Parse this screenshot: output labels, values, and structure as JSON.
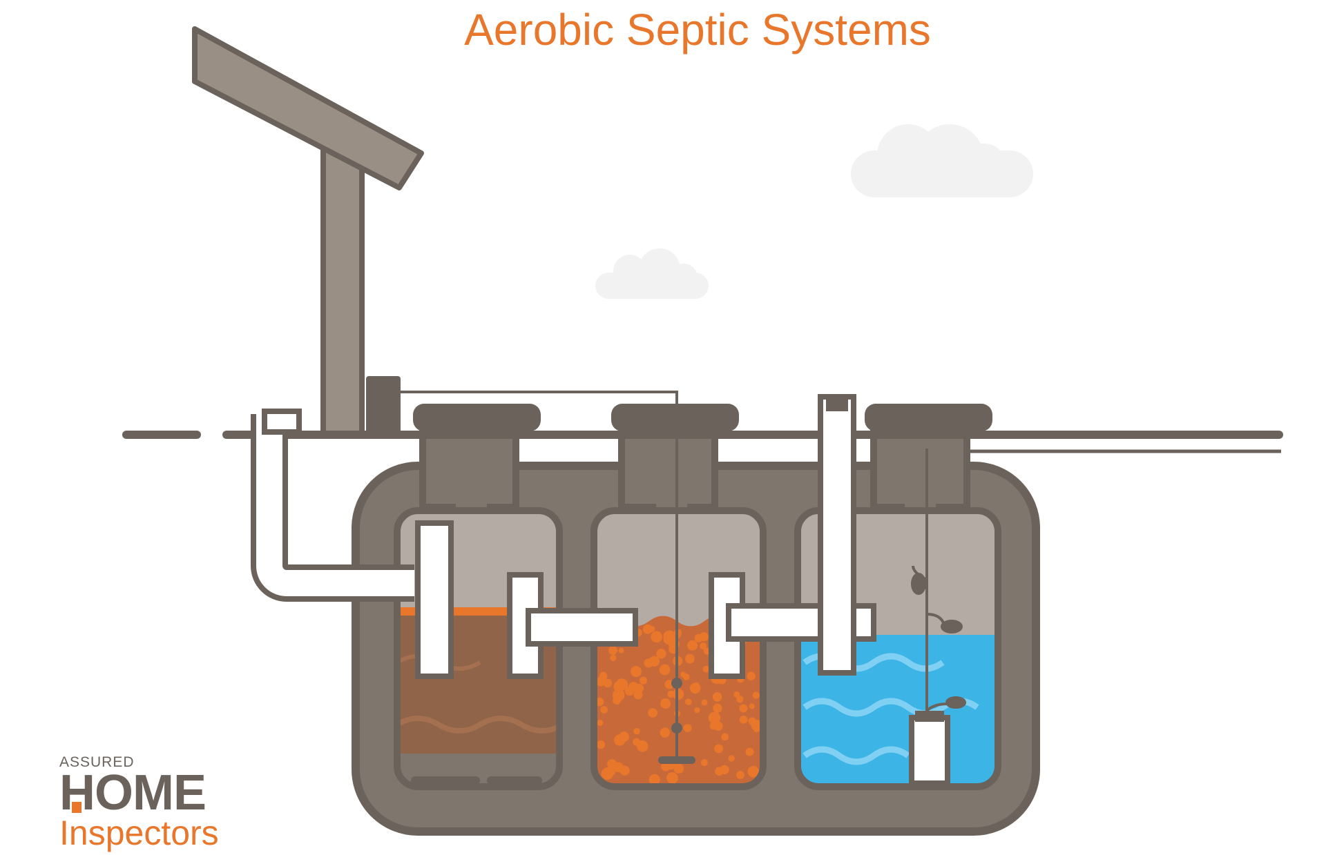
{
  "title": "Aerobic Septic Systems",
  "brand": {
    "line1": "ASSURED",
    "line2": "HOME",
    "line3": "Inspectors"
  },
  "colors": {
    "title": "#e8762b",
    "outline": "#6a625b",
    "tank_body": "#7f766e",
    "air_space": "#b4aba4",
    "pipe": "#ffffff",
    "sludge": "#8f6448",
    "aeration": "#c8693a",
    "bubbles": "#e8762b",
    "water": "#3cb4e5",
    "vent": "#9a8f85",
    "cloud": "#f2f2f2"
  },
  "icons": [
    "vent-pipe-icon",
    "cloud-icon",
    "pump-icon",
    "float-switch-icon"
  ]
}
